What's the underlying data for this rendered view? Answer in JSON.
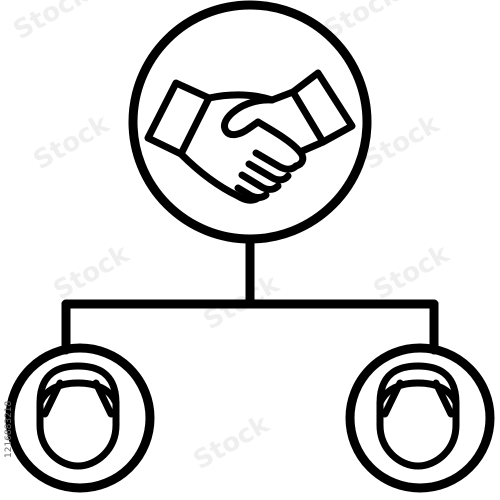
{
  "image_id_text": "1216883218",
  "icon": {
    "stroke_color": "#000000",
    "background": "#ffffff",
    "watermark_color": "#e8e8e8",
    "watermark_text": "Stock",
    "top_node_icon": "handshake-icon",
    "child_node_icon": "person-icon",
    "child_count": 2
  }
}
